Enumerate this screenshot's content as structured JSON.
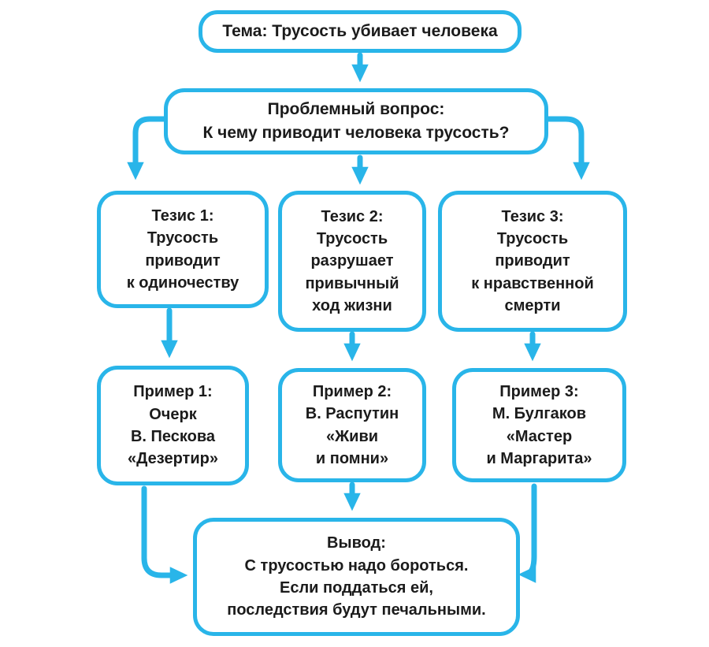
{
  "diagram": {
    "accent_color": "#29b5e9",
    "text_color": "#1b1b1b",
    "background_color": "#ffffff",
    "nodes": {
      "topic": {
        "text": "Тема: Трусость убивает человека"
      },
      "question": {
        "text": "Проблемный вопрос:\nК чему приводит человека трусость?"
      },
      "thesis1": {
        "text": "Тезис 1:\nТрусость\nприводит\nк одиночеству"
      },
      "thesis2": {
        "text": "Тезис 2:\nТрусость\nразрушает\nпривычный\nход жизни"
      },
      "thesis3": {
        "text": "Тезис 3:\nТрусость\nприводит\nк нравственной\nсмерти"
      },
      "example1": {
        "text": "Пример 1:\nОчерк\nВ. Пескова\n«Дезертир»"
      },
      "example2": {
        "text": "Пример 2:\nВ. Распутин\n«Живи\nи помни»"
      },
      "example3": {
        "text": "Пример 3:\nМ. Булгаков\n«Мастер\nи Маргарита»"
      },
      "conclusion": {
        "text": "Вывод:\nС трусостью надо бороться.\nЕсли поддаться ей,\nпоследствия будут печальными."
      }
    }
  }
}
